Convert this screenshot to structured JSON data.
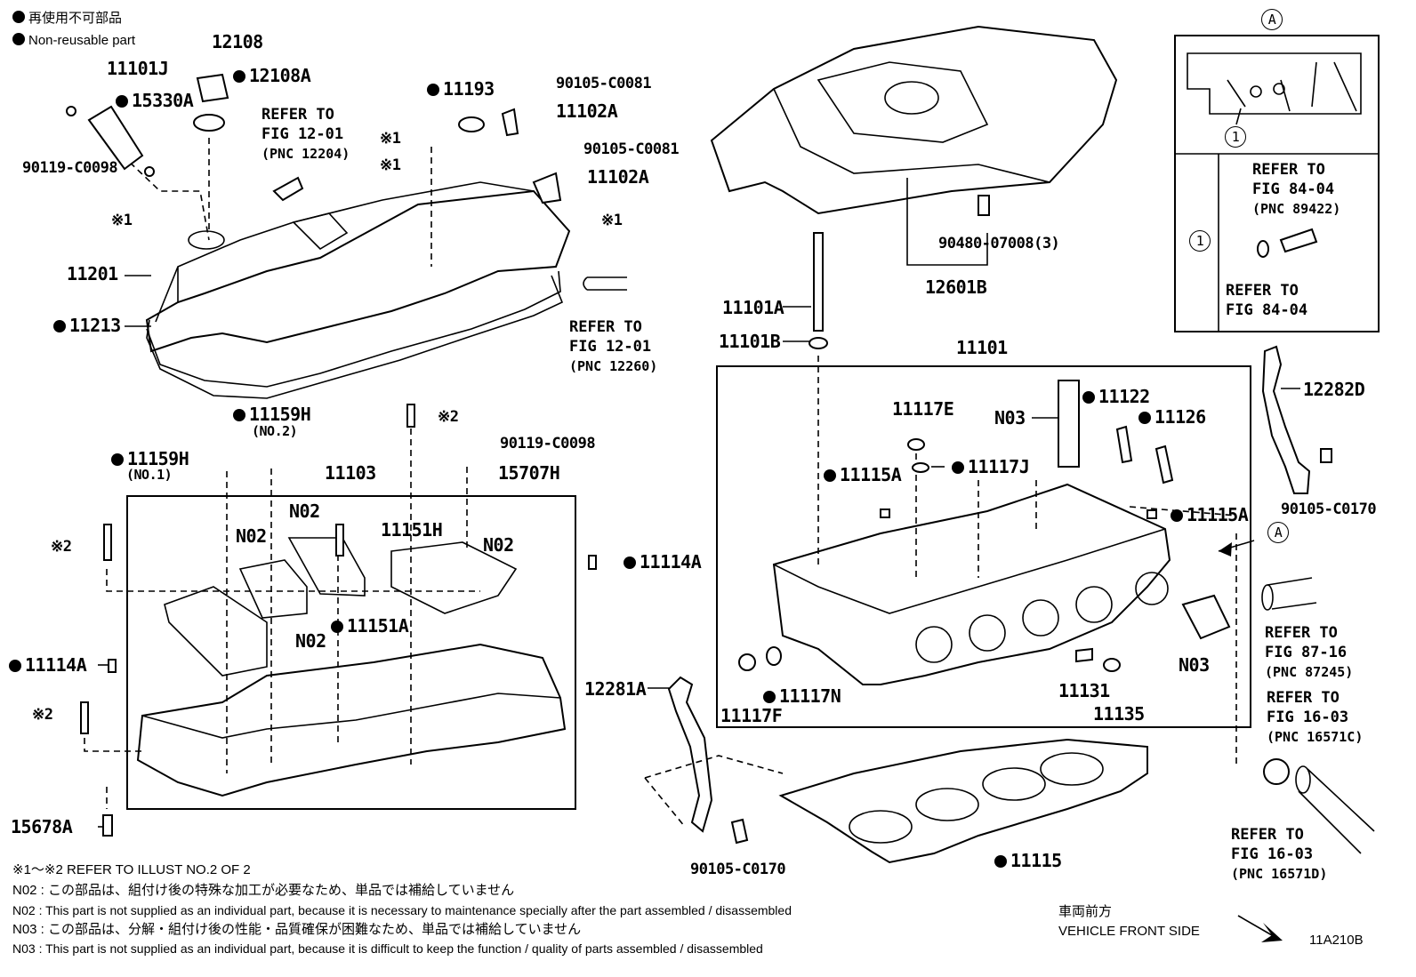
{
  "legend": {
    "jp": "再使用不可部品",
    "en": "Non-reusable part"
  },
  "labels": {
    "p12108": "12108",
    "p12108A": "12108A",
    "p11101J": "11101J",
    "p15330A": "15330A",
    "p90119a": "90119-C0098",
    "p11193": "11193",
    "p90105a": "90105-C0081",
    "p11102Aa": "11102A",
    "p90105b": "90105-C0081",
    "p11102Ab": "11102A",
    "m1a": "※1",
    "m1b": "※1",
    "m1c": "※1",
    "m1d": "※1",
    "p11201": "11201",
    "p11213": "11213",
    "p11159H_2": "11159H",
    "no2": "(NO.2)",
    "p11159H_1": "11159H",
    "no1": "(NO.1)",
    "m2a": "※2",
    "p90119b": "90119-C0098",
    "p15707H": "15707H",
    "p11103": "11103",
    "m2b": "※2",
    "n02a": "N02",
    "n02b": "N02",
    "p11151H": "11151H",
    "n02c": "N02",
    "n02d": "N02",
    "p11151A": "11151A",
    "p11114Aa": "11114A",
    "p11114Ab": "11114A",
    "m2c": "※2",
    "p15678A": "15678A",
    "p11101A": "11101A",
    "p11101B": "11101B",
    "p90480": "90480-07008(3)",
    "p12601B": "12601B",
    "p11101": "11101",
    "p11117E": "11117E",
    "n03a": "N03",
    "p11122": "11122",
    "p11126": "11126",
    "p11115Aa": "11115A",
    "p11117J": "11117J",
    "p11115Ab": "11115A",
    "p12281A": "12281A",
    "p11117F": "11117F",
    "p11117N": "11117N",
    "p11131": "11131",
    "p11135": "11135",
    "n03b": "N03",
    "p90105c": "90105-C0170",
    "p11115": "11115",
    "p12282D": "12282D",
    "p90105d": "90105-C0170",
    "circleA_top": "A",
    "circleA_side": "A",
    "circle1a": "1",
    "circle1b": "1",
    "diagram_id": "11A210B"
  },
  "refs": {
    "r1": {
      "l1": "REFER TO",
      "l2": "FIG 12-01",
      "l3": "(PNC 12204)"
    },
    "r2": {
      "l1": "REFER TO",
      "l2": "FIG 12-01",
      "l3": "(PNC 12260)"
    },
    "r3": {
      "l1": "REFER TO",
      "l2": "FIG 84-04",
      "l3": "(PNC 89422)"
    },
    "r4": {
      "l1": "REFER TO",
      "l2": "FIG 84-04"
    },
    "r5": {
      "l1": "REFER TO",
      "l2": "FIG 87-16",
      "l3": "(PNC 87245)"
    },
    "r6": {
      "l1": "REFER TO",
      "l2": "FIG 16-03",
      "l3": "(PNC 16571C)"
    },
    "r7": {
      "l1": "REFER TO",
      "l2": "FIG 16-03",
      "l3": "(PNC 16571D)"
    }
  },
  "footnotes": {
    "f0": "※1～※2  REFER TO ILLUST NO.2 OF 2",
    "f1": "N02 : この部品は、組付け後の特殊な加工が必要なため、単品では補給していません",
    "f2": "N02 : This part is not supplied as an individual part, because it is necessary to maintenance specially after the part assembled / disassembled",
    "f3": "N03 : この部品は、分解・組付け後の性能・品質確保が困難なため、単品では補給していません",
    "f4": "N03 : This part is not supplied as an individual part, because it is difficult to keep the function / quality of parts  assembled / disassembled"
  },
  "vehicle_front": {
    "jp": "車両前方",
    "en": "VEHICLE FRONT SIDE"
  }
}
